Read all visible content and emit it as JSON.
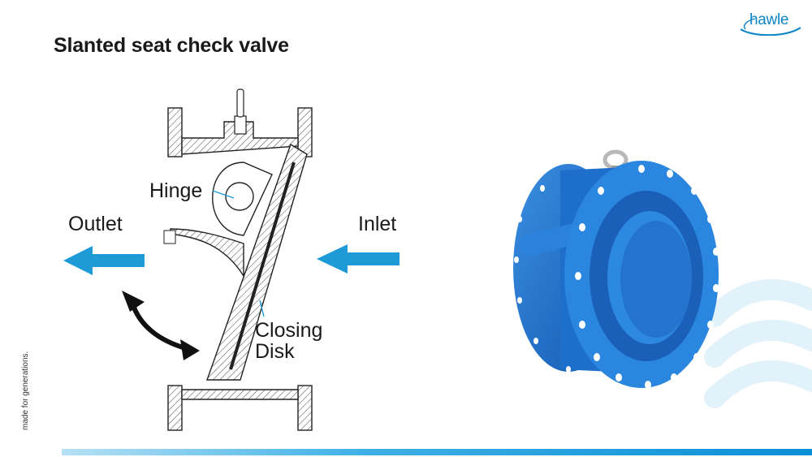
{
  "slide": {
    "title": "Slanted seat check valve",
    "brand": "hawle",
    "tagline": "made for generations."
  },
  "diagram": {
    "labels": {
      "outlet": "Outlet",
      "inlet": "Inlet",
      "hinge": "Hinge",
      "closing_disk": "Closing\nDisk"
    }
  },
  "colors": {
    "flow_arrow": "#1e9ad6",
    "brand_blue": "#0f86c6",
    "valve_blue": "#1f75cf",
    "wave": "#dff0f9"
  }
}
